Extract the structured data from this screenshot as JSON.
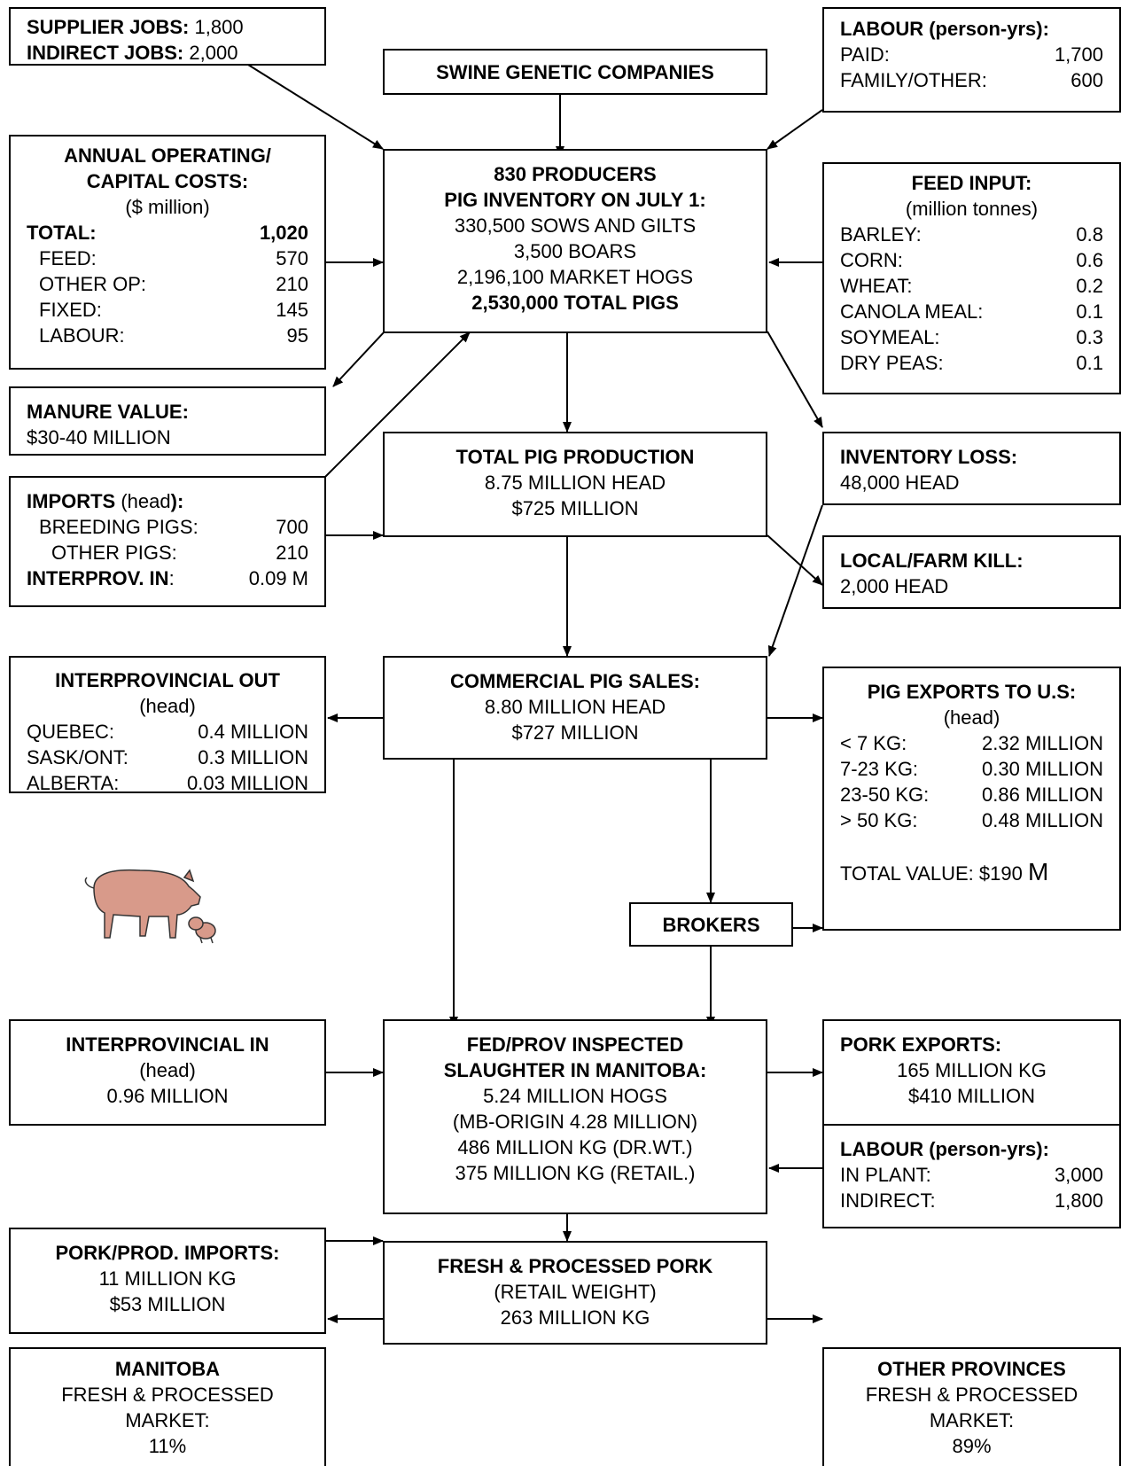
{
  "supplier": {
    "supplier_label": "SUPPLIER JOBS:",
    "supplier_value": "1,800",
    "indirect_label": "INDIRECT JOBS:",
    "indirect_value": "2,000"
  },
  "genetics": {
    "title": "SWINE GENETIC COMPANIES"
  },
  "labour_farm": {
    "title": "LABOUR (person-yrs):",
    "paid_label": "PAID:",
    "paid_value": "1,700",
    "family_label": "FAMILY/OTHER:",
    "family_value": "600"
  },
  "costs": {
    "title1": "ANNUAL OPERATING/",
    "title2": "CAPITAL COSTS:",
    "unit": "($ million)",
    "rows": [
      {
        "label": "TOTAL:",
        "value": "1,020"
      },
      {
        "label": "FEED:",
        "value": "570"
      },
      {
        "label": "OTHER OP:",
        "value": "210"
      },
      {
        "label": "FIXED:",
        "value": "145"
      },
      {
        "label": "LABOUR:",
        "value": "95"
      }
    ]
  },
  "producers": {
    "line1": "830 PRODUCERS",
    "line2": "PIG INVENTORY ON JULY 1:",
    "line3": "330,500 SOWS AND GILTS",
    "line4": "3,500 BOARS",
    "line5": "2,196,100 MARKET HOGS",
    "line6": "2,530,000 TOTAL PIGS"
  },
  "feed": {
    "title": "FEED INPUT:",
    "unit": "(million tonnes)",
    "rows": [
      {
        "label": "BARLEY:",
        "value": "0.8"
      },
      {
        "label": "CORN:",
        "value": "0.6"
      },
      {
        "label": "WHEAT:",
        "value": "0.2"
      },
      {
        "label": "CANOLA MEAL:",
        "value": "0.1"
      },
      {
        "label": "SOYMEAL:",
        "value": "0.3"
      },
      {
        "label": "DRY PEAS:",
        "value": "0.1"
      }
    ]
  },
  "manure": {
    "title": "MANURE VALUE:",
    "value": "$30-40 MILLION"
  },
  "production": {
    "title": "TOTAL PIG PRODUCTION",
    "line1": "8.75 MILLION HEAD",
    "line2": "$725 MILLION"
  },
  "inventory_loss": {
    "title": "INVENTORY LOSS:",
    "value": "48,000 HEAD"
  },
  "imports": {
    "title": "IMPORTS",
    "title_unit": " (head",
    "title_colon": "):",
    "breeding_label": "BREEDING PIGS:",
    "breeding_value": "700",
    "other_label": "OTHER PIGS:",
    "other_value": "210",
    "interprov_label": "INTERPROV. IN",
    "interprov_colon": ":",
    "interprov_value": "0.09 M"
  },
  "local_kill": {
    "title": "LOCAL/FARM KILL:",
    "value": "2,000 HEAD"
  },
  "interprov_out": {
    "title": "INTERPROVINCIAL OUT",
    "unit": "(head)",
    "rows": [
      {
        "label": "QUEBEC:",
        "value": "0.4 MILLION"
      },
      {
        "label": "SASK/ONT:",
        "value": "0.3 MILLION"
      },
      {
        "label": "ALBERTA:",
        "value": "0.03 MILLION"
      }
    ]
  },
  "commercial": {
    "title": "COMMERCIAL PIG SALES:",
    "line1": "8.80 MILLION HEAD",
    "line2": "$727 MILLION"
  },
  "exports_us": {
    "title": "PIG EXPORTS TO U.S:",
    "unit": "(head)",
    "rows": [
      {
        "label": "< 7 KG:",
        "value": "2.32 MILLION"
      },
      {
        "label": "7-23 KG:",
        "value": "0.30 MILLION"
      },
      {
        "label": "23-50 KG:",
        "value": "0.86 MILLION"
      },
      {
        "label": "> 50 KG:",
        "value": "0.48 MILLION"
      }
    ],
    "total_label": "TOTAL VALUE: $190",
    "total_suffix": "M"
  },
  "brokers": {
    "title": "BROKERS"
  },
  "interprov_in": {
    "title": "INTERPROVINCIAL IN",
    "unit": "(head)",
    "value": "0.96 MILLION"
  },
  "slaughter": {
    "line1": "FED/PROV INSPECTED",
    "line2": "SLAUGHTER IN MANITOBA:",
    "line3": "5.24 MILLION HOGS",
    "line4": "(MB-ORIGIN 4.28 MILLION)",
    "line5": "486 MILLION KG (DR.WT.)",
    "line6": "375 MILLION KG (RETAIL.)"
  },
  "pork_exports": {
    "title": "PORK EXPORTS:",
    "line1": "165 MILLION KG",
    "line2": "$410 MILLION"
  },
  "labour_plant": {
    "title": "LABOUR (person-yrs):",
    "plant_label": "IN PLANT:",
    "plant_value": "3,000",
    "indirect_label": "INDIRECT:",
    "indirect_value": "1,800"
  },
  "pork_imports": {
    "title": "PORK/PROD. IMPORTS:",
    "line1": "11 MILLION KG",
    "line2": "$53 MILLION"
  },
  "fresh": {
    "title": "FRESH & PROCESSED PORK",
    "line1": "(RETAIL WEIGHT)",
    "line2": "263 MILLION KG"
  },
  "manitoba": {
    "title": "MANITOBA",
    "line1": "FRESH & PROCESSED",
    "line2": "MARKET:",
    "line3": "11%"
  },
  "other_prov": {
    "title": "OTHER PROVINCES",
    "line1": "FRESH & PROCESSED",
    "line2": "MARKET:",
    "line3": "89%"
  }
}
